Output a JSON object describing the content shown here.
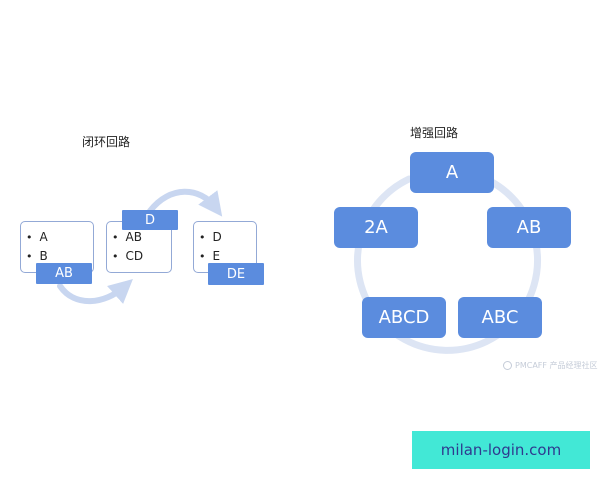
{
  "closed_loop": {
    "title": "闭环回路",
    "cards": [
      {
        "items": [
          "A",
          "B"
        ],
        "tag": "AB"
      },
      {
        "items": [
          "AB",
          "CD"
        ],
        "tag": "D"
      },
      {
        "items": [
          "D",
          "E"
        ],
        "tag": "DE"
      }
    ]
  },
  "enhanced_loop": {
    "title": "增强回路",
    "nodes": [
      "A",
      "AB",
      "ABC",
      "ABCD",
      "2A"
    ]
  },
  "watermark": {
    "text": "PMCAFF 产品经理社区"
  },
  "site_badge": {
    "text": "milan-login.com"
  },
  "colors": {
    "node_fill": "#5b8cde",
    "card_border": "#93a9d6",
    "arrow": "#c8d6f0",
    "badge_bg": "#42e8d6",
    "badge_text": "#2f3a8f"
  }
}
